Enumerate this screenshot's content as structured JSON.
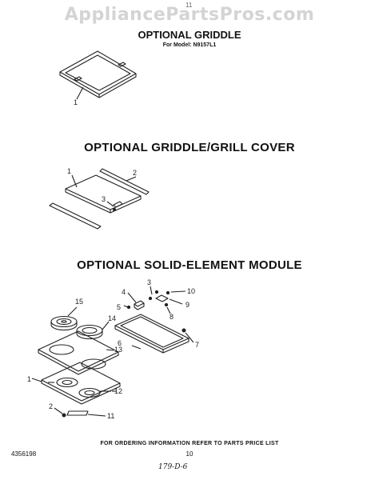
{
  "watermark": "AppliancePartsPros.com",
  "top_mark": "11",
  "sections": {
    "griddle": {
      "title": "OPTIONAL GRIDDLE",
      "model": "For Model: N9157L1",
      "callouts": [
        "1"
      ]
    },
    "cover": {
      "title": "OPTIONAL GRIDDLE/GRILL COVER",
      "callouts": [
        "1",
        "2",
        "3"
      ]
    },
    "module": {
      "title": "OPTIONAL SOLID-ELEMENT MODULE",
      "callouts": [
        "1",
        "2",
        "3",
        "4",
        "5",
        "6",
        "7",
        "8",
        "9",
        "10",
        "11",
        "12",
        "13",
        "14",
        "15"
      ]
    }
  },
  "footer": {
    "note": "FOR ORDERING INFORMATION REFER TO PARTS PRICE LIST",
    "doc_number": "4356198",
    "page_number": "10",
    "handwritten": "179-D-6"
  }
}
